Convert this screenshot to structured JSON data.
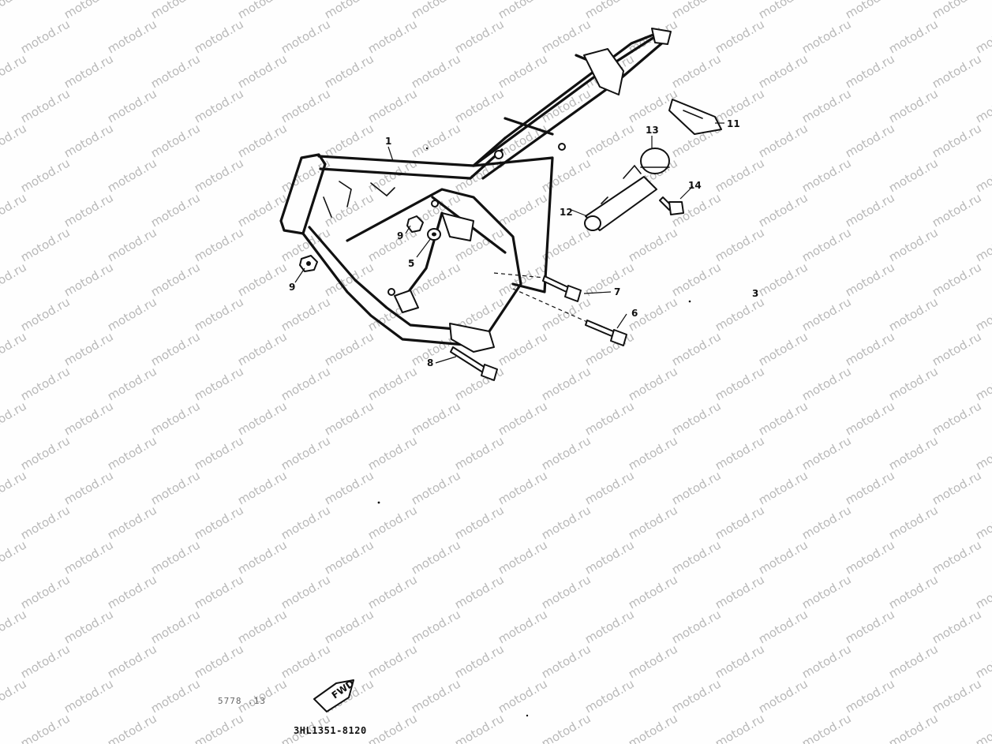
{
  "watermark": {
    "text": "motod.ru",
    "color": "#b9b9b9"
  },
  "callouts": [
    {
      "id": "1",
      "text": "1"
    },
    {
      "id": "5",
      "text": "5"
    },
    {
      "id": "6",
      "text": "6"
    },
    {
      "id": "7",
      "text": "7"
    },
    {
      "id": "8",
      "text": "8"
    },
    {
      "id": "9a",
      "text": "9"
    },
    {
      "id": "9b",
      "text": "9"
    },
    {
      "id": "11",
      "text": "11"
    },
    {
      "id": "12",
      "text": "12"
    },
    {
      "id": "13",
      "text": "13"
    },
    {
      "id": "14",
      "text": "14"
    },
    {
      "id": "3",
      "text": "3"
    }
  ],
  "fwd_label": "FWD",
  "faint_text": "5778 .13",
  "diagram_code": "3HL1351-8120"
}
